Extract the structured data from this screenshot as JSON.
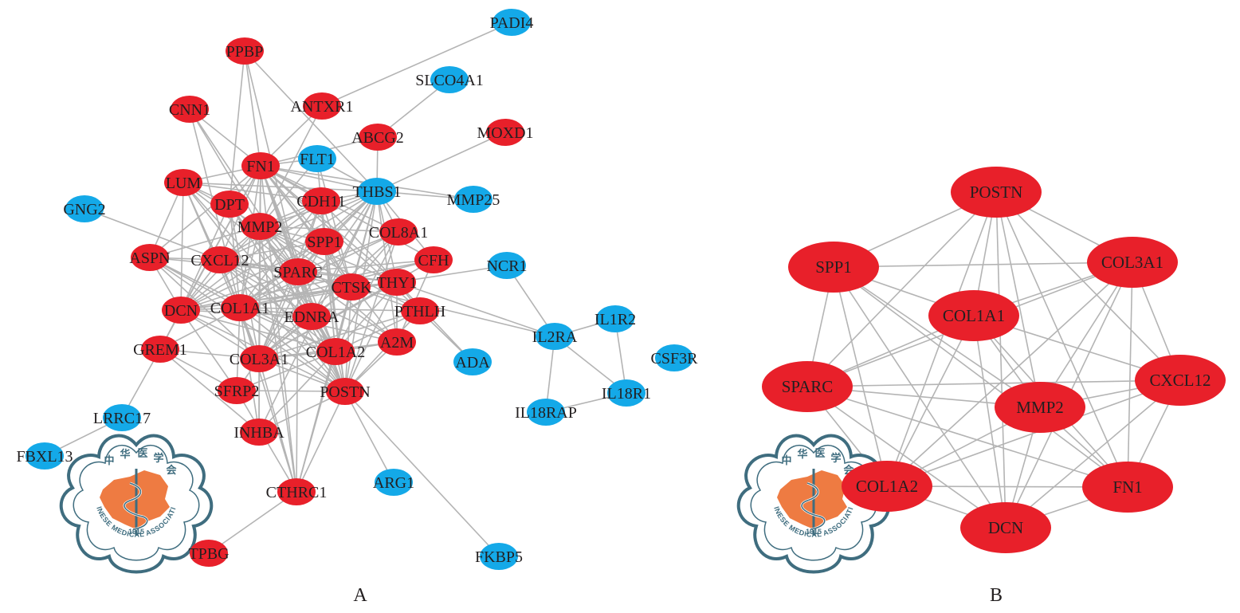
{
  "colors": {
    "up": "#e8202a",
    "down": "#14a9e8",
    "edge": "#b4b4b4"
  },
  "panels": [
    {
      "label": "A",
      "nodes": [
        {
          "id": "PADI4",
          "type": "down"
        },
        {
          "id": "PPBP",
          "type": "up"
        },
        {
          "id": "SLCO4A1",
          "type": "down"
        },
        {
          "id": "ANTXR1",
          "type": "up"
        },
        {
          "id": "CNN1",
          "type": "up"
        },
        {
          "id": "ABCG2",
          "type": "up"
        },
        {
          "id": "MOXD1",
          "type": "up"
        },
        {
          "id": "FN1",
          "type": "up"
        },
        {
          "id": "FLT1",
          "type": "down"
        },
        {
          "id": "LUM",
          "type": "up"
        },
        {
          "id": "THBS1",
          "type": "down"
        },
        {
          "id": "MMP25",
          "type": "down"
        },
        {
          "id": "DPT",
          "type": "up"
        },
        {
          "id": "CDH11",
          "type": "up"
        },
        {
          "id": "GNG2",
          "type": "down"
        },
        {
          "id": "MMP2",
          "type": "up"
        },
        {
          "id": "COL8A1",
          "type": "up"
        },
        {
          "id": "SPP1",
          "type": "up"
        },
        {
          "id": "ASPN",
          "type": "up"
        },
        {
          "id": "CXCL12",
          "type": "up"
        },
        {
          "id": "CFH",
          "type": "up"
        },
        {
          "id": "NCR1",
          "type": "down"
        },
        {
          "id": "SPARC",
          "type": "up"
        },
        {
          "id": "CTSK",
          "type": "up"
        },
        {
          "id": "THY1",
          "type": "up"
        },
        {
          "id": "DCN",
          "type": "up"
        },
        {
          "id": "COL1A1",
          "type": "up"
        },
        {
          "id": "EDNRA",
          "type": "up"
        },
        {
          "id": "PTHLH",
          "type": "up"
        },
        {
          "id": "IL1R2",
          "type": "down"
        },
        {
          "id": "IL2RA",
          "type": "down"
        },
        {
          "id": "GREM1",
          "type": "up"
        },
        {
          "id": "A2M",
          "type": "up"
        },
        {
          "id": "COL3A1",
          "type": "up"
        },
        {
          "id": "COL1A2",
          "type": "up"
        },
        {
          "id": "ADA",
          "type": "down"
        },
        {
          "id": "CSF3R",
          "type": "down"
        },
        {
          "id": "SFRP2",
          "type": "up"
        },
        {
          "id": "POSTN",
          "type": "up"
        },
        {
          "id": "IL18R1",
          "type": "down"
        },
        {
          "id": "LRRC17",
          "type": "down"
        },
        {
          "id": "IL18RAP",
          "type": "down"
        },
        {
          "id": "INHBA",
          "type": "up"
        },
        {
          "id": "FBXL13",
          "type": "down"
        },
        {
          "id": "ARG1",
          "type": "down"
        },
        {
          "id": "CTHRC1",
          "type": "up"
        },
        {
          "id": "TPBG",
          "type": "up"
        },
        {
          "id": "FKBP5",
          "type": "down"
        }
      ],
      "edges": [
        [
          "PADI4",
          "ANTXR1"
        ],
        [
          "SLCO4A1",
          "ABCG2"
        ],
        [
          "MOXD1",
          "THBS1"
        ],
        [
          "PPBP",
          "FN1"
        ],
        [
          "PPBP",
          "THBS1"
        ],
        [
          "PPBP",
          "DPT"
        ],
        [
          "PPBP",
          "SPARC"
        ],
        [
          "CNN1",
          "FN1"
        ],
        [
          "CNN1",
          "MMP2"
        ],
        [
          "CNN1",
          "SPARC"
        ],
        [
          "CNN1",
          "COL1A1"
        ],
        [
          "ANTXR1",
          "FN1"
        ],
        [
          "ANTXR1",
          "MMP2"
        ],
        [
          "ABCG2",
          "THBS1"
        ],
        [
          "ABCG2",
          "FN1"
        ],
        [
          "FLT1",
          "THBS1"
        ],
        [
          "FLT1",
          "FN1"
        ],
        [
          "FLT1",
          "MMP2"
        ],
        [
          "FLT1",
          "SPP1"
        ],
        [
          "FLT1",
          "CTSK"
        ],
        [
          "MMP25",
          "THBS1"
        ],
        [
          "MMP25",
          "FN1"
        ],
        [
          "GNG2",
          "CXCL12"
        ],
        [
          "NCR1",
          "THY1"
        ],
        [
          "NCR1",
          "IL2RA"
        ],
        [
          "IL2RA",
          "IL1R2"
        ],
        [
          "IL2RA",
          "IL18R1"
        ],
        [
          "IL2RA",
          "IL18RAP"
        ],
        [
          "IL2RA",
          "THY1"
        ],
        [
          "IL2RA",
          "CTSK"
        ],
        [
          "IL1R2",
          "IL18R1"
        ],
        [
          "IL18R1",
          "IL18RAP"
        ],
        [
          "ADA",
          "PTHLH"
        ],
        [
          "ADA",
          "THY1"
        ],
        [
          "GREM1",
          "LRRC17"
        ],
        [
          "LRRC17",
          "FBXL13"
        ],
        [
          "GREM1",
          "COL3A1"
        ],
        [
          "GREM1",
          "INHBA"
        ],
        [
          "GREM1",
          "COL1A1"
        ],
        [
          "GREM1",
          "DCN"
        ],
        [
          "GREM1",
          "SFRP2"
        ],
        [
          "ARG1",
          "POSTN"
        ],
        [
          "FKBP5",
          "POSTN"
        ],
        [
          "TPBG",
          "CTHRC1"
        ],
        [
          "CTHRC1",
          "POSTN"
        ],
        [
          "CTHRC1",
          "COL1A1"
        ],
        [
          "CTHRC1",
          "COL3A1"
        ],
        [
          "CTHRC1",
          "COL1A2"
        ],
        [
          "CTHRC1",
          "SFRP2"
        ],
        [
          "CTHRC1",
          "FN1"
        ],
        [
          "CTHRC1",
          "SPARC"
        ],
        [
          "CTHRC1",
          "MMP2"
        ],
        [
          "CTHRC1",
          "THBS1"
        ],
        [
          "INHBA",
          "COL1A1"
        ],
        [
          "INHBA",
          "POSTN"
        ],
        [
          "INHBA",
          "COL3A1"
        ],
        [
          "INHBA",
          "COL1A2"
        ],
        [
          "INHBA",
          "FN1"
        ],
        [
          "INHBA",
          "THBS1"
        ],
        [
          "SFRP2",
          "COL1A1"
        ],
        [
          "SFRP2",
          "COL3A1"
        ],
        [
          "SFRP2",
          "DCN"
        ],
        [
          "SFRP2",
          "POSTN"
        ],
        [
          "SFRP2",
          "COL1A2"
        ],
        [
          "LUM",
          "DCN"
        ],
        [
          "LUM",
          "FN1"
        ],
        [
          "LUM",
          "COL1A1"
        ],
        [
          "LUM",
          "COL3A1"
        ],
        [
          "LUM",
          "COL1A2"
        ],
        [
          "LUM",
          "DPT"
        ],
        [
          "LUM",
          "ASPN"
        ],
        [
          "LUM",
          "MMP2"
        ],
        [
          "LUM",
          "SPARC"
        ],
        [
          "LUM",
          "POSTN"
        ],
        [
          "LUM",
          "THBS1"
        ],
        [
          "LUM",
          "CDH11"
        ],
        [
          "DPT",
          "DCN"
        ],
        [
          "DPT",
          "COL1A1"
        ],
        [
          "DPT",
          "COL3A1"
        ],
        [
          "DPT",
          "FN1"
        ],
        [
          "DPT",
          "COL1A2"
        ],
        [
          "DPT",
          "SPARC"
        ],
        [
          "DPT",
          "POSTN"
        ],
        [
          "FN1",
          "THBS1"
        ],
        [
          "FN1",
          "CDH11"
        ],
        [
          "FN1",
          "MMP2"
        ],
        [
          "FN1",
          "SPP1"
        ],
        [
          "FN1",
          "COL8A1"
        ],
        [
          "FN1",
          "SPARC"
        ],
        [
          "FN1",
          "CTSK"
        ],
        [
          "FN1",
          "THY1"
        ],
        [
          "FN1",
          "COL1A1"
        ],
        [
          "FN1",
          "COL3A1"
        ],
        [
          "FN1",
          "COL1A2"
        ],
        [
          "FN1",
          "DCN"
        ],
        [
          "FN1",
          "POSTN"
        ],
        [
          "FN1",
          "CXCL12"
        ],
        [
          "FN1",
          "EDNRA"
        ],
        [
          "FN1",
          "A2M"
        ],
        [
          "FN1",
          "CFH"
        ],
        [
          "FN1",
          "ASPN"
        ],
        [
          "FN1",
          "PTHLH"
        ],
        [
          "FN1",
          "GREM1"
        ],
        [
          "THBS1",
          "CDH11"
        ],
        [
          "THBS1",
          "MMP2"
        ],
        [
          "THBS1",
          "SPP1"
        ],
        [
          "THBS1",
          "COL8A1"
        ],
        [
          "THBS1",
          "SPARC"
        ],
        [
          "THBS1",
          "CTSK"
        ],
        [
          "THBS1",
          "THY1"
        ],
        [
          "THBS1",
          "COL1A1"
        ],
        [
          "THBS1",
          "COL3A1"
        ],
        [
          "THBS1",
          "COL1A2"
        ],
        [
          "THBS1",
          "POSTN"
        ],
        [
          "THBS1",
          "CFH"
        ],
        [
          "THBS1",
          "A2M"
        ],
        [
          "THBS1",
          "DCN"
        ],
        [
          "THBS1",
          "CXCL12"
        ],
        [
          "THBS1",
          "EDNRA"
        ],
        [
          "CDH11",
          "MMP2"
        ],
        [
          "CDH11",
          "COL1A1"
        ],
        [
          "CDH11",
          "COL3A1"
        ],
        [
          "CDH11",
          "COL1A2"
        ],
        [
          "CDH11",
          "POSTN"
        ],
        [
          "CDH11",
          "SPARC"
        ],
        [
          "CDH11",
          "THY1"
        ],
        [
          "CDH11",
          "CTSK"
        ],
        [
          "CDH11",
          "DCN"
        ],
        [
          "CDH11",
          "CXCL12"
        ],
        [
          "MMP2",
          "SPP1"
        ],
        [
          "MMP2",
          "SPARC"
        ],
        [
          "MMP2",
          "COL1A1"
        ],
        [
          "MMP2",
          "COL3A1"
        ],
        [
          "MMP2",
          "COL1A2"
        ],
        [
          "MMP2",
          "POSTN"
        ],
        [
          "MMP2",
          "CXCL12"
        ],
        [
          "MMP2",
          "CTSK"
        ],
        [
          "MMP2",
          "THY1"
        ],
        [
          "MMP2",
          "DCN"
        ],
        [
          "MMP2",
          "ASPN"
        ],
        [
          "MMP2",
          "EDNRA"
        ],
        [
          "MMP2",
          "A2M"
        ],
        [
          "MMP2",
          "COL8A1"
        ],
        [
          "MMP2",
          "PTHLH"
        ],
        [
          "COL8A1",
          "COL1A1"
        ],
        [
          "COL8A1",
          "COL3A1"
        ],
        [
          "COL8A1",
          "COL1A2"
        ],
        [
          "COL8A1",
          "POSTN"
        ],
        [
          "COL8A1",
          "SPARC"
        ],
        [
          "COL8A1",
          "CTSK"
        ],
        [
          "SPP1",
          "SPARC"
        ],
        [
          "SPP1",
          "COL1A1"
        ],
        [
          "SPP1",
          "COL1A2"
        ],
        [
          "SPP1",
          "POSTN"
        ],
        [
          "SPP1",
          "COL3A1"
        ],
        [
          "SPP1",
          "CTSK"
        ],
        [
          "SPP1",
          "CXCL12"
        ],
        [
          "SPP1",
          "DCN"
        ],
        [
          "ASPN",
          "COL1A1"
        ],
        [
          "ASPN",
          "COL3A1"
        ],
        [
          "ASPN",
          "DCN"
        ],
        [
          "ASPN",
          "COL1A2"
        ],
        [
          "ASPN",
          "POSTN"
        ],
        [
          "ASPN",
          "SPARC"
        ],
        [
          "ASPN",
          "CXCL12"
        ],
        [
          "CXCL12",
          "COL1A1"
        ],
        [
          "CXCL12",
          "COL3A1"
        ],
        [
          "CXCL12",
          "DCN"
        ],
        [
          "CXCL12",
          "COL1A2"
        ],
        [
          "CXCL12",
          "POSTN"
        ],
        [
          "CXCL12",
          "SPARC"
        ],
        [
          "CXCL12",
          "EDNRA"
        ],
        [
          "CXCL12",
          "CTSK"
        ],
        [
          "CXCL12",
          "THY1"
        ],
        [
          "CXCL12",
          "A2M"
        ],
        [
          "CFH",
          "COL1A1"
        ],
        [
          "CFH",
          "COL3A1"
        ],
        [
          "CFH",
          "A2M"
        ],
        [
          "CFH",
          "DCN"
        ],
        [
          "CFH",
          "SPARC"
        ],
        [
          "SPARC",
          "COL1A1"
        ],
        [
          "SPARC",
          "COL3A1"
        ],
        [
          "SPARC",
          "COL1A2"
        ],
        [
          "SPARC",
          "DCN"
        ],
        [
          "SPARC",
          "POSTN"
        ],
        [
          "SPARC",
          "CTSK"
        ],
        [
          "SPARC",
          "THY1"
        ],
        [
          "SPARC",
          "EDNRA"
        ],
        [
          "SPARC",
          "A2M"
        ],
        [
          "CTSK",
          "COL1A1"
        ],
        [
          "CTSK",
          "COL3A1"
        ],
        [
          "CTSK",
          "COL1A2"
        ],
        [
          "CTSK",
          "POSTN"
        ],
        [
          "CTSK",
          "THY1"
        ],
        [
          "CTSK",
          "DCN"
        ],
        [
          "CTSK",
          "EDNRA"
        ],
        [
          "CTSK",
          "PTHLH"
        ],
        [
          "THY1",
          "COL1A1"
        ],
        [
          "THY1",
          "COL3A1"
        ],
        [
          "THY1",
          "COL1A2"
        ],
        [
          "THY1",
          "POSTN"
        ],
        [
          "THY1",
          "DCN"
        ],
        [
          "THY1",
          "PTHLH"
        ],
        [
          "THY1",
          "A2M"
        ],
        [
          "DCN",
          "COL1A1"
        ],
        [
          "DCN",
          "COL3A1"
        ],
        [
          "DCN",
          "COL1A2"
        ],
        [
          "DCN",
          "POSTN"
        ],
        [
          "DCN",
          "EDNRA"
        ],
        [
          "COL1A1",
          "COL3A1"
        ],
        [
          "COL1A1",
          "COL1A2"
        ],
        [
          "COL1A1",
          "POSTN"
        ],
        [
          "COL1A1",
          "EDNRA"
        ],
        [
          "COL1A1",
          "PTHLH"
        ],
        [
          "COL1A1",
          "A2M"
        ],
        [
          "EDNRA",
          "COL3A1"
        ],
        [
          "EDNRA",
          "COL1A2"
        ],
        [
          "EDNRA",
          "POSTN"
        ],
        [
          "PTHLH",
          "COL1A2"
        ],
        [
          "PTHLH",
          "POSTN"
        ],
        [
          "PTHLH",
          "COL3A1"
        ],
        [
          "COL3A1",
          "COL1A2"
        ],
        [
          "COL3A1",
          "POSTN"
        ],
        [
          "COL3A1",
          "A2M"
        ],
        [
          "COL1A2",
          "POSTN"
        ],
        [
          "COL1A2",
          "A2M"
        ],
        [
          "A2M",
          "POSTN"
        ]
      ]
    },
    {
      "label": "B",
      "nodes": [
        {
          "id": "POSTN",
          "type": "up"
        },
        {
          "id": "SPP1",
          "type": "up"
        },
        {
          "id": "COL3A1",
          "type": "up"
        },
        {
          "id": "COL1A1",
          "type": "up"
        },
        {
          "id": "SPARC",
          "type": "up"
        },
        {
          "id": "CXCL12",
          "type": "up"
        },
        {
          "id": "MMP2",
          "type": "up"
        },
        {
          "id": "COL1A2",
          "type": "up"
        },
        {
          "id": "FN1",
          "type": "up"
        },
        {
          "id": "DCN",
          "type": "up"
        }
      ],
      "edges": [
        [
          "POSTN",
          "SPP1"
        ],
        [
          "POSTN",
          "COL3A1"
        ],
        [
          "POSTN",
          "COL1A1"
        ],
        [
          "POSTN",
          "SPARC"
        ],
        [
          "POSTN",
          "CXCL12"
        ],
        [
          "POSTN",
          "MMP2"
        ],
        [
          "POSTN",
          "COL1A2"
        ],
        [
          "POSTN",
          "FN1"
        ],
        [
          "POSTN",
          "DCN"
        ],
        [
          "SPP1",
          "COL3A1"
        ],
        [
          "SPP1",
          "COL1A1"
        ],
        [
          "SPP1",
          "SPARC"
        ],
        [
          "SPP1",
          "MMP2"
        ],
        [
          "SPP1",
          "COL1A2"
        ],
        [
          "SPP1",
          "FN1"
        ],
        [
          "SPP1",
          "DCN"
        ],
        [
          "COL3A1",
          "COL1A1"
        ],
        [
          "COL3A1",
          "SPARC"
        ],
        [
          "COL3A1",
          "CXCL12"
        ],
        [
          "COL3A1",
          "MMP2"
        ],
        [
          "COL3A1",
          "COL1A2"
        ],
        [
          "COL3A1",
          "FN1"
        ],
        [
          "COL3A1",
          "DCN"
        ],
        [
          "COL1A1",
          "SPARC"
        ],
        [
          "COL1A1",
          "CXCL12"
        ],
        [
          "COL1A1",
          "MMP2"
        ],
        [
          "COL1A1",
          "COL1A2"
        ],
        [
          "COL1A1",
          "FN1"
        ],
        [
          "COL1A1",
          "DCN"
        ],
        [
          "SPARC",
          "CXCL12"
        ],
        [
          "SPARC",
          "MMP2"
        ],
        [
          "SPARC",
          "COL1A2"
        ],
        [
          "SPARC",
          "FN1"
        ],
        [
          "SPARC",
          "DCN"
        ],
        [
          "CXCL12",
          "MMP2"
        ],
        [
          "CXCL12",
          "COL1A2"
        ],
        [
          "CXCL12",
          "FN1"
        ],
        [
          "CXCL12",
          "DCN"
        ],
        [
          "MMP2",
          "COL1A2"
        ],
        [
          "MMP2",
          "FN1"
        ],
        [
          "MMP2",
          "DCN"
        ],
        [
          "COL1A2",
          "FN1"
        ],
        [
          "COL1A2",
          "DCN"
        ],
        [
          "FN1",
          "DCN"
        ]
      ]
    }
  ],
  "logo": {
    "text_cn": [
      "中",
      "华",
      "医",
      "学",
      "会"
    ],
    "text_en": "CHINESE MEDICAL ASSOCIATION",
    "year": "1915"
  }
}
